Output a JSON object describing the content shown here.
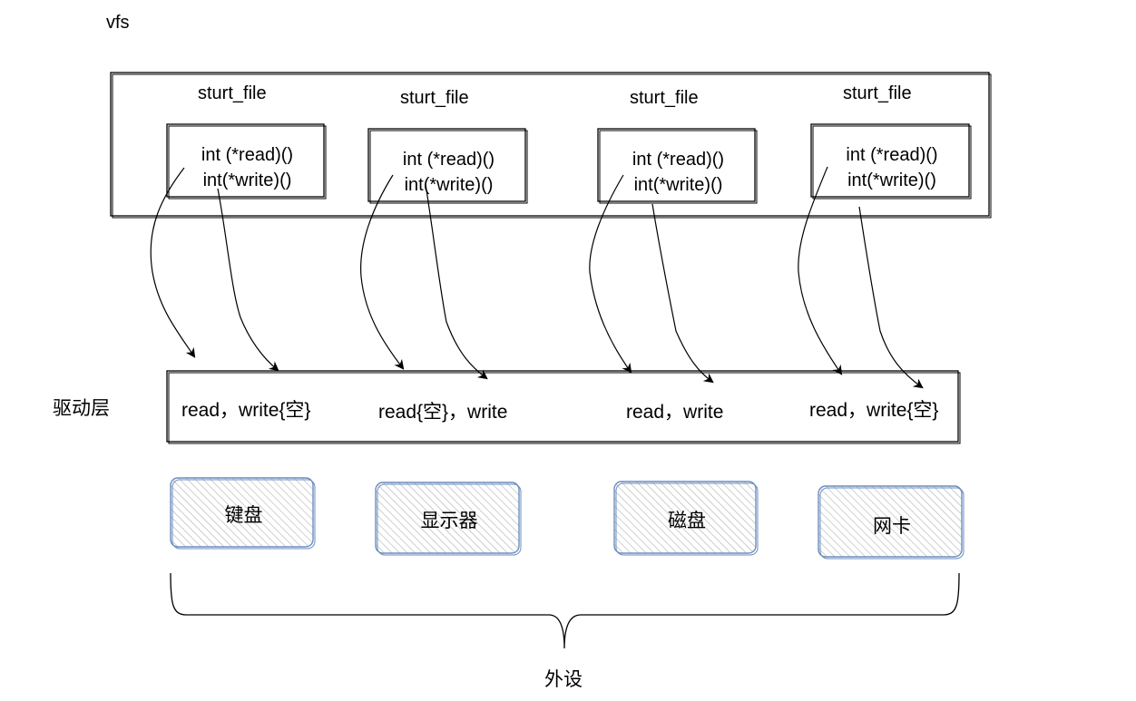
{
  "vfs_label": "vfs",
  "driver_label": "驱动层",
  "peripheral_label": "外设",
  "files": [
    {
      "title": "sturt_file",
      "read": "int (*read)()",
      "write": "int(*write)()"
    },
    {
      "title": "sturt_file",
      "read": "int (*read)()",
      "write": "int(*write)()"
    },
    {
      "title": "sturt_file",
      "read": "int (*read)()",
      "write": "int(*write)()"
    },
    {
      "title": "sturt_file",
      "read": "int (*read)()",
      "write": "int(*write)()"
    }
  ],
  "drivers": [
    "read，write{空}",
    "read{空}，write",
    "read，write",
    "read，write{空}"
  ],
  "devices": [
    "键盘",
    "显示器",
    "磁盘",
    "网卡"
  ],
  "colors": {
    "device_border": "#6c8ebf",
    "device_hatch": "#aaaaaa",
    "line": "#000000"
  }
}
